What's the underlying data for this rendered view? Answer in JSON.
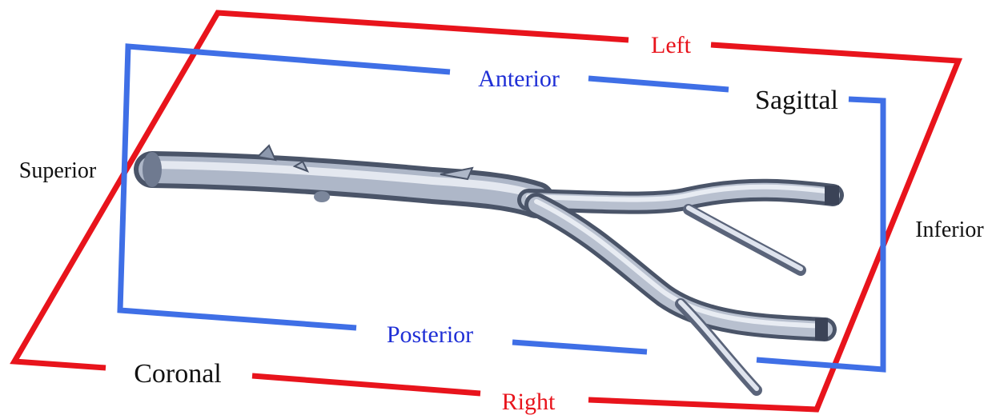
{
  "labels": {
    "left": "Left",
    "right": "Right",
    "anterior": "Anterior",
    "posterior": "Posterior",
    "superior": "Superior",
    "inferior": "Inferior",
    "sagittal": "Sagittal",
    "coronal": "Coronal"
  },
  "colors": {
    "sagittal_plane": "#e8141c",
    "coronal_plane": "#3f6fe6",
    "red_text": "#e8141c",
    "blue_text": "#1f2fd6",
    "black_text": "#111111",
    "vessel_dark": "#4a5468",
    "vessel_mid": "#8d98ad",
    "vessel_light": "#dfe4ee"
  }
}
